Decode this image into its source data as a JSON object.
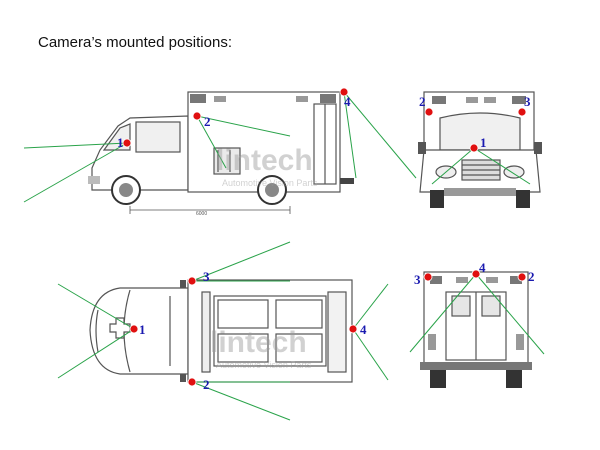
{
  "title": "Camera’s mounted positions:",
  "brand": {
    "name": "lintech",
    "tagline": "Automotive Vision Parts"
  },
  "views": [
    {
      "name": "side",
      "cameras": [
        "1",
        "2",
        "4"
      ]
    },
    {
      "name": "front",
      "cameras": [
        "2",
        "3",
        "1"
      ]
    },
    {
      "name": "top",
      "cameras": [
        "3",
        "1",
        "4",
        "2"
      ]
    },
    {
      "name": "rear",
      "cameras": [
        "3",
        "4",
        "2"
      ]
    }
  ],
  "dimension_label": "6000",
  "colors": {
    "marker": "#e01010",
    "number": "#1a1ab0",
    "fov_line": "#2aa34a",
    "outline": "#555555",
    "watermark_accent": "#e07a2a"
  }
}
